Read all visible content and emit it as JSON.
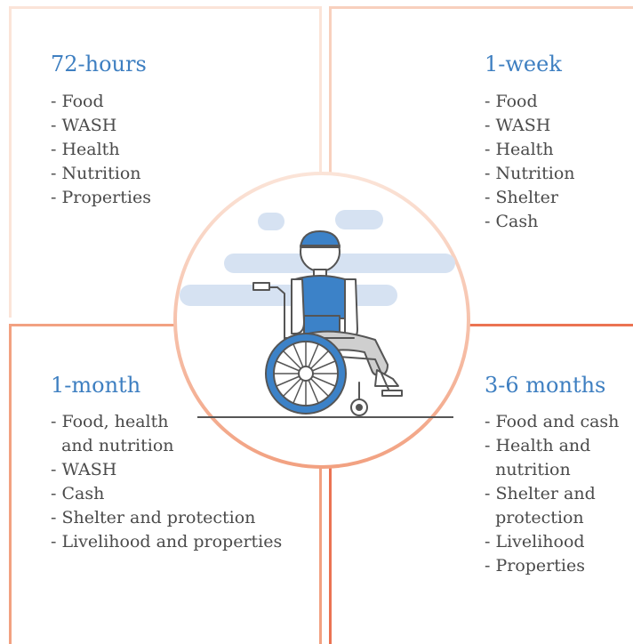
{
  "quadrants": {
    "q72h": {
      "title": "72-hours",
      "items": [
        "- Food",
        "- WASH",
        "- Health",
        "- Nutrition",
        "- Properties"
      ]
    },
    "q1w": {
      "title": "1-week",
      "items": [
        "- Food",
        "- WASH",
        "- Health",
        "- Nutrition",
        "- Shelter",
        "- Cash"
      ]
    },
    "q1m": {
      "title": "1-month",
      "items": [
        "- Food, health",
        "  and nutrition",
        "- WASH",
        "- Cash",
        "- Shelter and protection",
        "- Livelihood and properties"
      ]
    },
    "q36m": {
      "title": "3-6 months",
      "items": [
        "- Food and cash",
        "- Health and",
        "  nutrition",
        "- Shelter and",
        "  protection",
        "- Livelihood",
        "- Properties"
      ]
    }
  },
  "colors": {
    "title": "#3e7fc1",
    "text": "#4a4a4a",
    "q72h_border": "#fbe4d8",
    "q1w_border": "#f8d0bd",
    "q1m_border": "#f2a181",
    "q36m_border": "#eb7352",
    "wheelchair_blue": "#3c82c8",
    "clouds": "#d6e2f2"
  },
  "center_icon": "person-in-wheelchair-icon"
}
